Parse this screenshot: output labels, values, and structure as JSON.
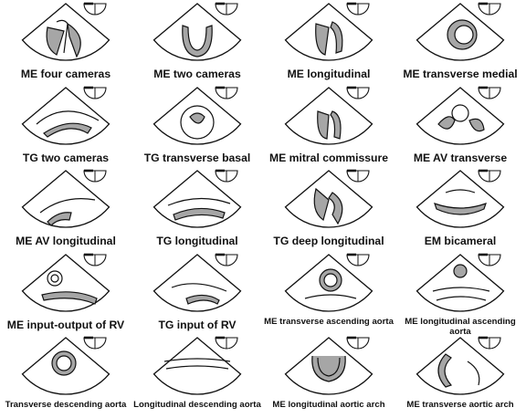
{
  "views": [
    {
      "id": "me4c",
      "label": "ME four cameras"
    },
    {
      "id": "me2c",
      "label": "ME two cameras"
    },
    {
      "id": "melong",
      "label": "ME longitudinal"
    },
    {
      "id": "metm",
      "label": "ME transverse medial"
    },
    {
      "id": "tg2c",
      "label": "TG two cameras"
    },
    {
      "id": "tgtb",
      "label": "TG transverse basal"
    },
    {
      "id": "memc",
      "label": "ME mitral commissure"
    },
    {
      "id": "meavt",
      "label": "ME AV transverse"
    },
    {
      "id": "meavl",
      "label": "ME AV longitudinal"
    },
    {
      "id": "tglong",
      "label": "TG longitudinal"
    },
    {
      "id": "tgdl",
      "label": "TG deep longitudinal"
    },
    {
      "id": "embi",
      "label": "EM bicameral"
    },
    {
      "id": "meio",
      "label": "ME input-output of RV"
    },
    {
      "id": "tgin",
      "label": "TG input of RV"
    },
    {
      "id": "meta",
      "label": "ME transverse ascending aorta"
    },
    {
      "id": "mela",
      "label": "ME longitudinal ascending aorta"
    },
    {
      "id": "tda",
      "label": "Transverse descending aorta"
    },
    {
      "id": "lda",
      "label": "Longitudinal descending aorta"
    },
    {
      "id": "mela2",
      "label": "ME longitudinal aortic arch"
    },
    {
      "id": "meta2",
      "label": "ME transverse aortic arch"
    }
  ],
  "colors": {
    "stroke": "#111111",
    "tissue": "#a6a6a6",
    "background": "#ffffff"
  }
}
